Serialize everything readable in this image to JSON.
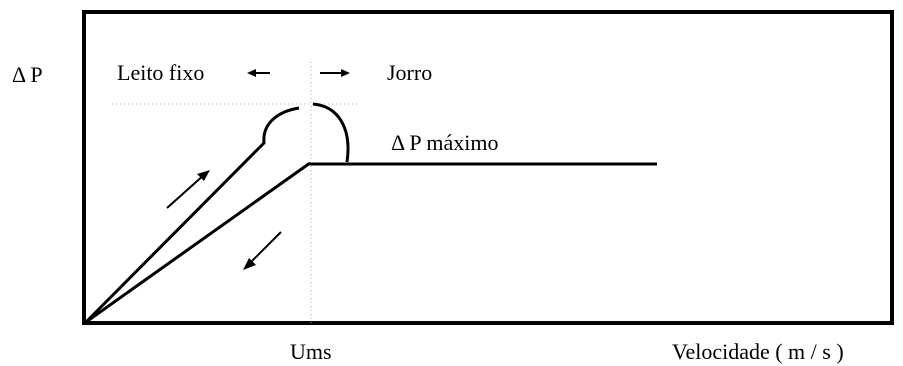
{
  "y_axis_label": "Δ P",
  "x_axis_label": "Velocidade ( m / s )",
  "tick_label": "Ums",
  "left_region_label": "Leito fixo",
  "right_region_label": "Jorro",
  "plateau_label": "Δ P máximo",
  "colors": {
    "line": "#000000",
    "guide": "#b0b0b0",
    "background": "#ffffff"
  }
}
